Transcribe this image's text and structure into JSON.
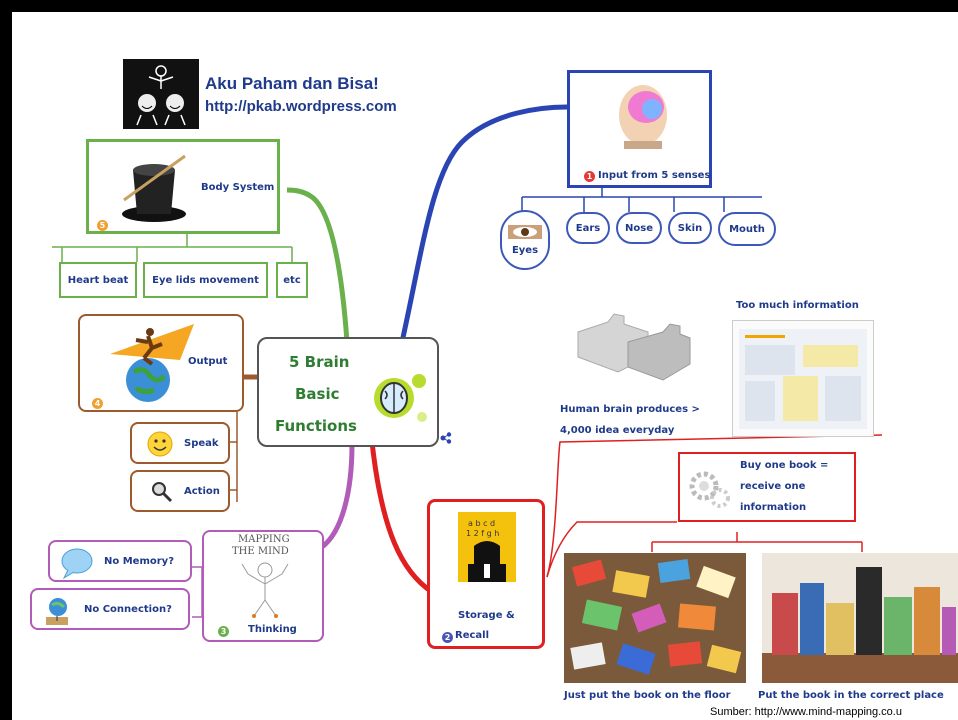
{
  "header": {
    "title": "Aku Paham dan Bisa!",
    "url": "http://pkab.wordpress.com"
  },
  "center": {
    "lines": [
      "5 Brain",
      "Basic",
      "Functions"
    ]
  },
  "branches": {
    "input": {
      "number": "1",
      "label": "Input from 5 senses",
      "senses": [
        "Eyes",
        "Ears",
        "Nose",
        "Skin",
        "Mouth"
      ]
    },
    "storage": {
      "number": "2",
      "label_line1": "Storage &",
      "label_line2": "Recall",
      "idea_line1": "Human brain produces >",
      "idea_line2": "4,000 idea everyday",
      "too_much": "Too much information",
      "buy_line1": "Buy one book =",
      "buy_line2": "receive one",
      "buy_line3": "information",
      "floor_caption": "Just put the book on the floor",
      "place_caption": "Put the book in the correct place"
    },
    "thinking": {
      "number": "3",
      "label": "Thinking",
      "book_title_1": "MAPPING",
      "book_title_2": "THE MIND",
      "items": [
        "No Memory?",
        "No Connection?"
      ]
    },
    "output": {
      "number": "4",
      "label": "Output",
      "items": [
        "Speak",
        "Action"
      ]
    },
    "body": {
      "number": "5",
      "label": "Body System",
      "items": [
        "Heart beat",
        "Eye lids movement",
        "etc"
      ]
    }
  },
  "source": "Sumber: http://www.mind-mapping.co.u",
  "colors": {
    "input": "#2a45b3",
    "storage": "#e02020",
    "thinking": "#b05cb8",
    "output": "#9c5a2e",
    "body": "#6ab04c",
    "center_text": "#2e7d32",
    "label_text": "#1f3a8a"
  }
}
